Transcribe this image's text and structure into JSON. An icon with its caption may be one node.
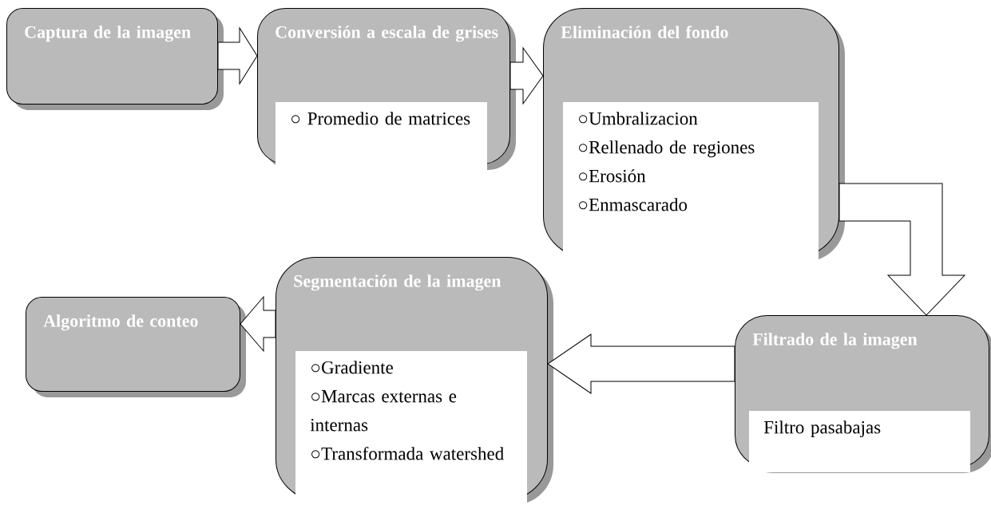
{
  "diagram": {
    "nodes": [
      {
        "text": [
          "Captura de la imagen"
        ]
      },
      {
        "text": [
          "Conversión a escala de grises",
          "○ Promedio de matrices"
        ]
      },
      {
        "text": [
          "Eliminación del fondo",
          "○Umbralizacion",
          "○Rellenado de regiones",
          "○Erosión",
          "○Enmascarado"
        ]
      },
      {
        "text": [
          "Filtrado de la imagen",
          "Filtro pasabajas"
        ]
      },
      {
        "text": [
          "Segmentación de la imagen",
          "○Gradiente",
          "○Marcas externas e internas",
          "○Transformada watershed"
        ]
      },
      {
        "text": [
          "Algoritmo de conteo"
        ]
      }
    ],
    "edges": [
      {
        "from": 0,
        "to": 1,
        "arrow": "to"
      },
      {
        "from": 1,
        "to": 2,
        "arrow": "to"
      },
      {
        "from": 2,
        "to": 3,
        "arrow": "to"
      },
      {
        "from": 3,
        "to": 4,
        "arrow": "to"
      },
      {
        "from": 4,
        "to": 5,
        "arrow": "to"
      }
    ]
  }
}
